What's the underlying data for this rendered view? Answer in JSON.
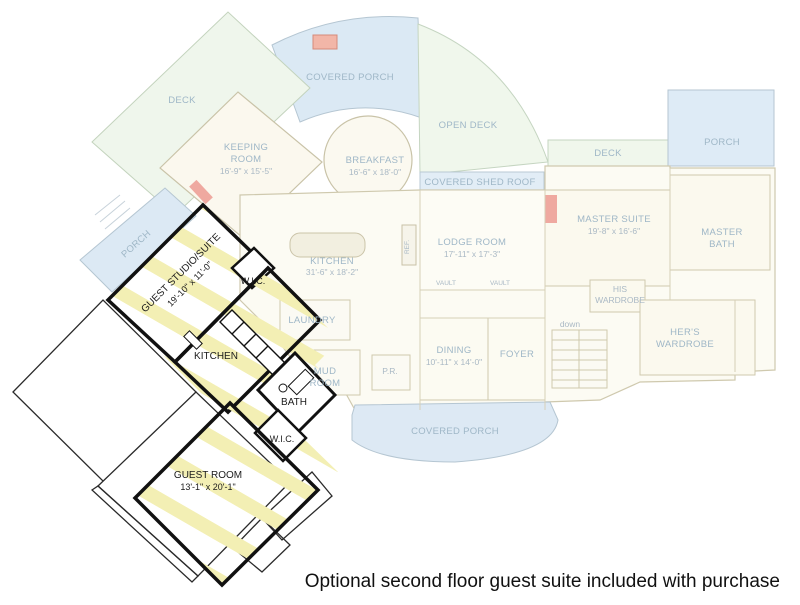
{
  "caption": "Optional second floor guest suite included with purchase",
  "first_floor": {
    "covered_porch_top": "COVERED PORCH",
    "deck_left": "DECK",
    "keeping_room": {
      "name": "KEEPING",
      "name2": "ROOM",
      "dims": "16'-9\" x 15'-5\""
    },
    "breakfast": {
      "name": "BREAKFAST",
      "dims": "16'-6\" x 18'-0\""
    },
    "open_deck": "OPEN DECK",
    "deck_right": "DECK",
    "porch_right": "PORCH",
    "covered_shed_roof": "COVERED SHED ROOF",
    "porch_left": "PORCH",
    "kitchen": {
      "name": "KITCHEN",
      "dims": "31'-6\" x 18'-2\""
    },
    "ref": "REF.",
    "lodge_room": {
      "name": "LODGE ROOM",
      "dims": "17'-11\" x 17'-3\""
    },
    "vault_1": "VAULT",
    "vault_2": "VAULT",
    "master_suite": {
      "name": "MASTER SUITE",
      "dims": "19'-8\" x 16'-6\""
    },
    "master_bath": {
      "name": "MASTER",
      "name2": "BATH"
    },
    "his_wardrobe": {
      "name": "HIS",
      "name2": "WARDROBE"
    },
    "hers_wardrobe": {
      "name": "HER'S",
      "name2": "WARDROBE"
    },
    "laundry": "LAUNDRY",
    "mud_room": {
      "name": "MUD",
      "name2": "ROOM"
    },
    "pr": "P.R.",
    "dining": {
      "name": "DINING",
      "dims": "10'-11\" x 14'-0\""
    },
    "foyer": "FOYER",
    "down": "down",
    "covered_porch_bottom": "COVERED PORCH"
  },
  "guest_suite": {
    "studio": {
      "name": "GUEST STUDIO/SUITE",
      "dims": "19'-10\" x 11'-0\""
    },
    "wic_top": "W.I.C.",
    "kitchen": "KITCHEN",
    "bath": "BATH",
    "wic_bottom": "W.I.C.",
    "guest_room": {
      "name": "GUEST ROOM",
      "dims": "13'-1\" x 20'-1\""
    }
  }
}
